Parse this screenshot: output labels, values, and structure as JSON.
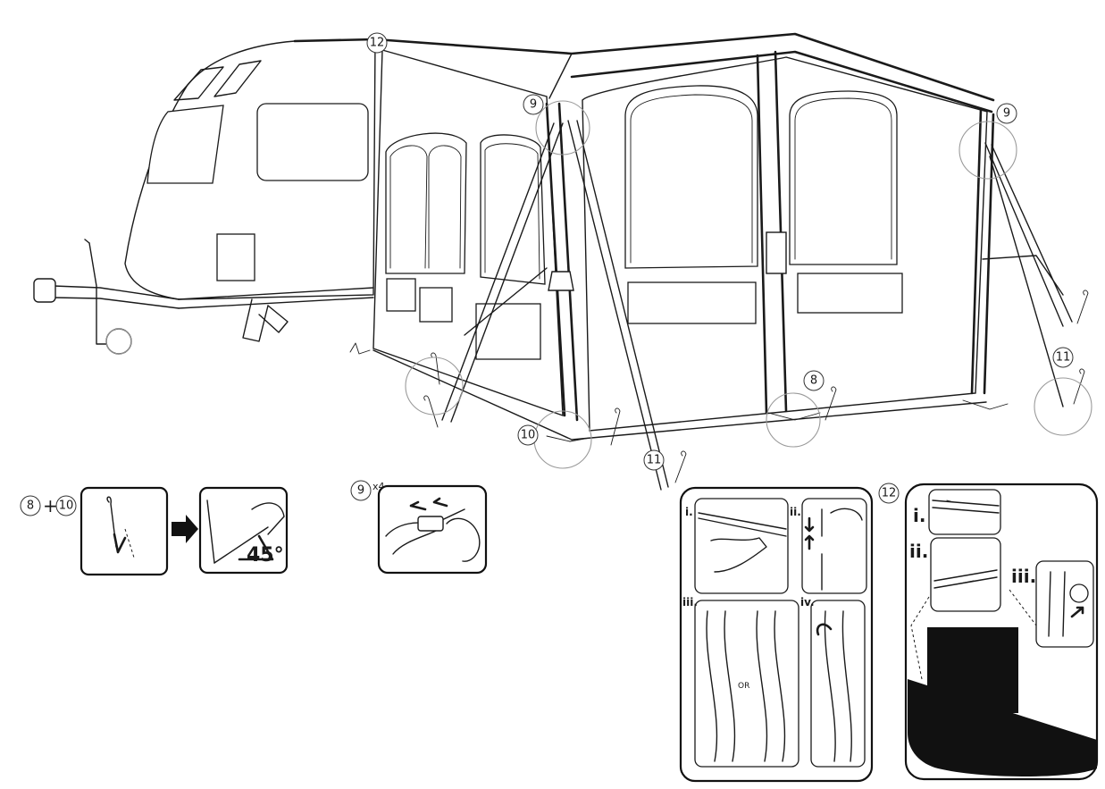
{
  "callouts": {
    "c12_top": "12",
    "c9_left": "9",
    "c9_right": "9",
    "c10_main": "10",
    "c11_main": "11",
    "c8_main": "8",
    "c11_right": "11",
    "step_pegging_a": "8",
    "step_pegging_plus": "+",
    "step_pegging_b": "10",
    "step_connector": "9",
    "step_connector_mult": "x4",
    "step_attach": "12"
  },
  "angle_label": "45°",
  "detail_bead": {
    "i": "i.",
    "ii": "ii.",
    "iii": "iii.",
    "iv": "iv.",
    "or": "OR"
  },
  "detail_caravan": {
    "i": "i.",
    "ii": "ii.",
    "iii": "iii."
  }
}
